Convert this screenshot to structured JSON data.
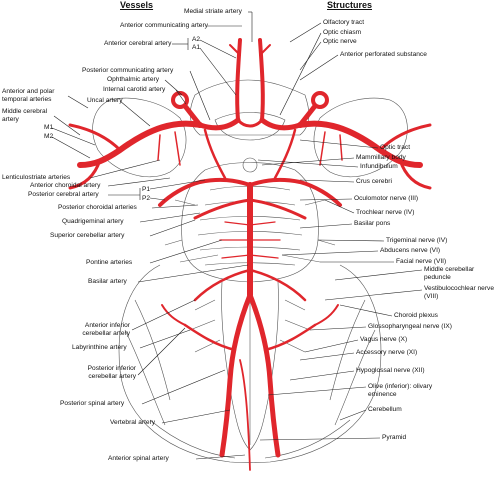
{
  "headers": {
    "vessels": "Vessels",
    "structures": "Structures"
  },
  "colors": {
    "artery": "#e0262c",
    "outline": "#555555",
    "text": "#111111"
  },
  "vessel_labels": [
    "Medial striate artery",
    "Anterior communicating artery",
    "Anterior cerebral artery",
    "A2",
    "A1",
    "Posterior communicating artery",
    "Ophthalmic artery",
    "Internal carotid artery",
    "Uncal artery",
    "Anterior and polar temporal arteries",
    "Middle cerebral artery",
    "M1",
    "M2",
    "Lenticulostriate arteries",
    "Anterior choroidal artery",
    "Posterior cerebral artery",
    "P1",
    "P2",
    "Posterior choroidal arteries",
    "Quadrigeminal artery",
    "Superior cerebellar artery",
    "Pontine arteries",
    "Basilar artery",
    "Anterior inferior cerebellar artery",
    "Labyrinthine artery",
    "Posterior inferior cerebellar artery",
    "Posterior spinal artery",
    "Vertebral artery",
    "Anterior spinal artery"
  ],
  "structure_labels": [
    "Olfactory tract",
    "Optic chiasm",
    "Optic nerve",
    "Anterior perforated substance",
    "Optic tract",
    "Mammillary body",
    "Infundibulum",
    "Crus cerebri",
    "Oculomotor nerve (III)",
    "Trochlear nerve (IV)",
    "Basilar pons",
    "Trigeminal nerve (IV)",
    "Abducens nerve (VI)",
    "Facial nerve (VII)",
    "Middle cerebellar peduncle",
    "Vestibulocochlear nerve (VIII)",
    "Choroid plexus",
    "Glossopharyngeal nerve (IX)",
    "Vagus nerve (X)",
    "Accessory nerve (XI)",
    "Hypoglossal nerve (XII)",
    "Olive (inferior): olivary eminence",
    "Cerebellum",
    "Pyramid"
  ]
}
